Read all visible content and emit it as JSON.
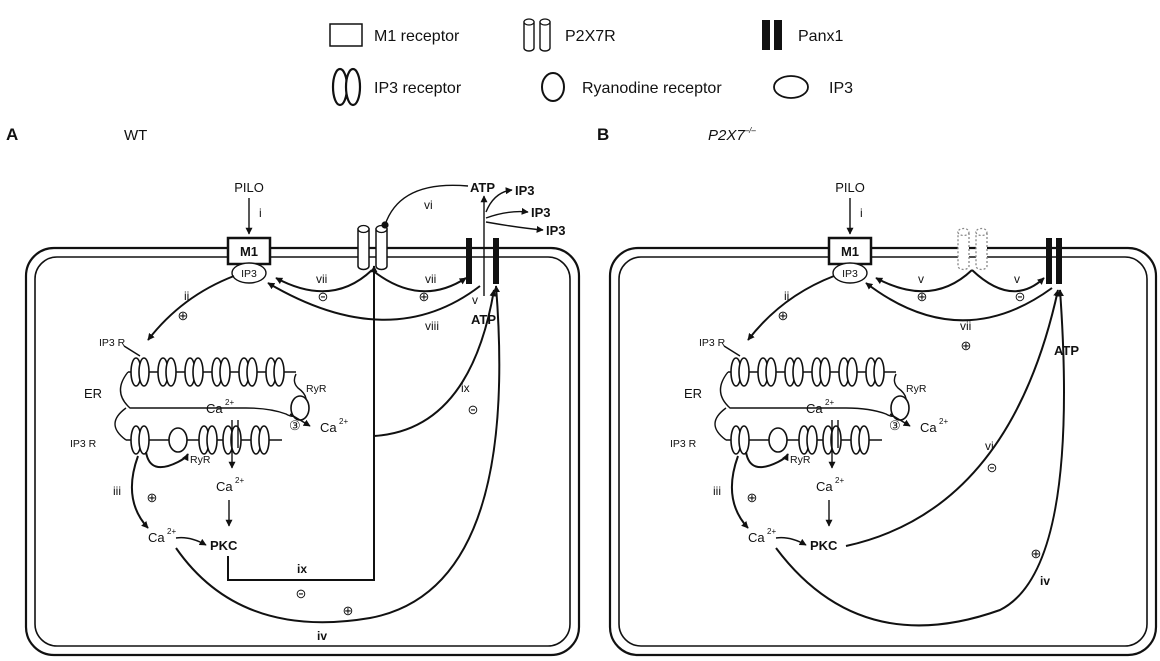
{
  "legend": {
    "m1_receptor": "M1 receptor",
    "p2x7r": "P2X7R",
    "panx1": "Panx1",
    "ip3_receptor": "IP3 receptor",
    "ryanodine_receptor": "Ryanodine receptor",
    "ip3": "IP3"
  },
  "panel_a": {
    "letter": "A",
    "genotype": "WT",
    "labels": {
      "pilo": "PILO",
      "m1": "M1",
      "ip3_small": "IP3",
      "atp_top": "ATP",
      "atp_mid": "ATP",
      "ip3_out_1": "IP3",
      "ip3_out_2": "IP3",
      "ip3_out_3": "IP3",
      "er": "ER",
      "ip3r_top": "IP3 R",
      "ip3r_left": "IP3 R",
      "ryr_right": "RyR",
      "ryr_mid": "RyR",
      "ca_er": "Ca",
      "ca_out": "Ca",
      "ca_low": "Ca",
      "ca_left": "Ca",
      "ca_sup": "2+",
      "pkc": "PKC",
      "circled_3": "③",
      "plus": "⊕",
      "minus": "⊝"
    },
    "steps": {
      "i": "i",
      "ii": "ii",
      "iii": "iii",
      "iv": "iv",
      "v": "v",
      "vi": "vi",
      "vii_left": "vii",
      "vii_right": "vii",
      "viii": "viii",
      "ix_right": "ix",
      "ix_bottom": "ix"
    }
  },
  "panel_b": {
    "letter": "B",
    "genotype": "P2X7",
    "genotype_sup": "–/–",
    "labels": {
      "pilo": "PILO",
      "m1": "M1",
      "ip3_small": "IP3",
      "atp": "ATP",
      "er": "ER",
      "ip3r_top": "IP3 R",
      "ip3r_left": "IP3 R",
      "ryr_right": "RyR",
      "ryr_mid": "RyR",
      "ca_er": "Ca",
      "ca_out": "Ca",
      "ca_low": "Ca",
      "ca_left": "Ca",
      "ca_sup": "2+",
      "pkc": "PKC",
      "circled_3": "③",
      "plus": "⊕",
      "minus": "⊝"
    },
    "steps": {
      "i": "i",
      "ii": "ii",
      "iii": "iii",
      "iv": "iv",
      "v_left": "v",
      "v_right": "v",
      "vi": "vi",
      "vii": "vii"
    }
  }
}
